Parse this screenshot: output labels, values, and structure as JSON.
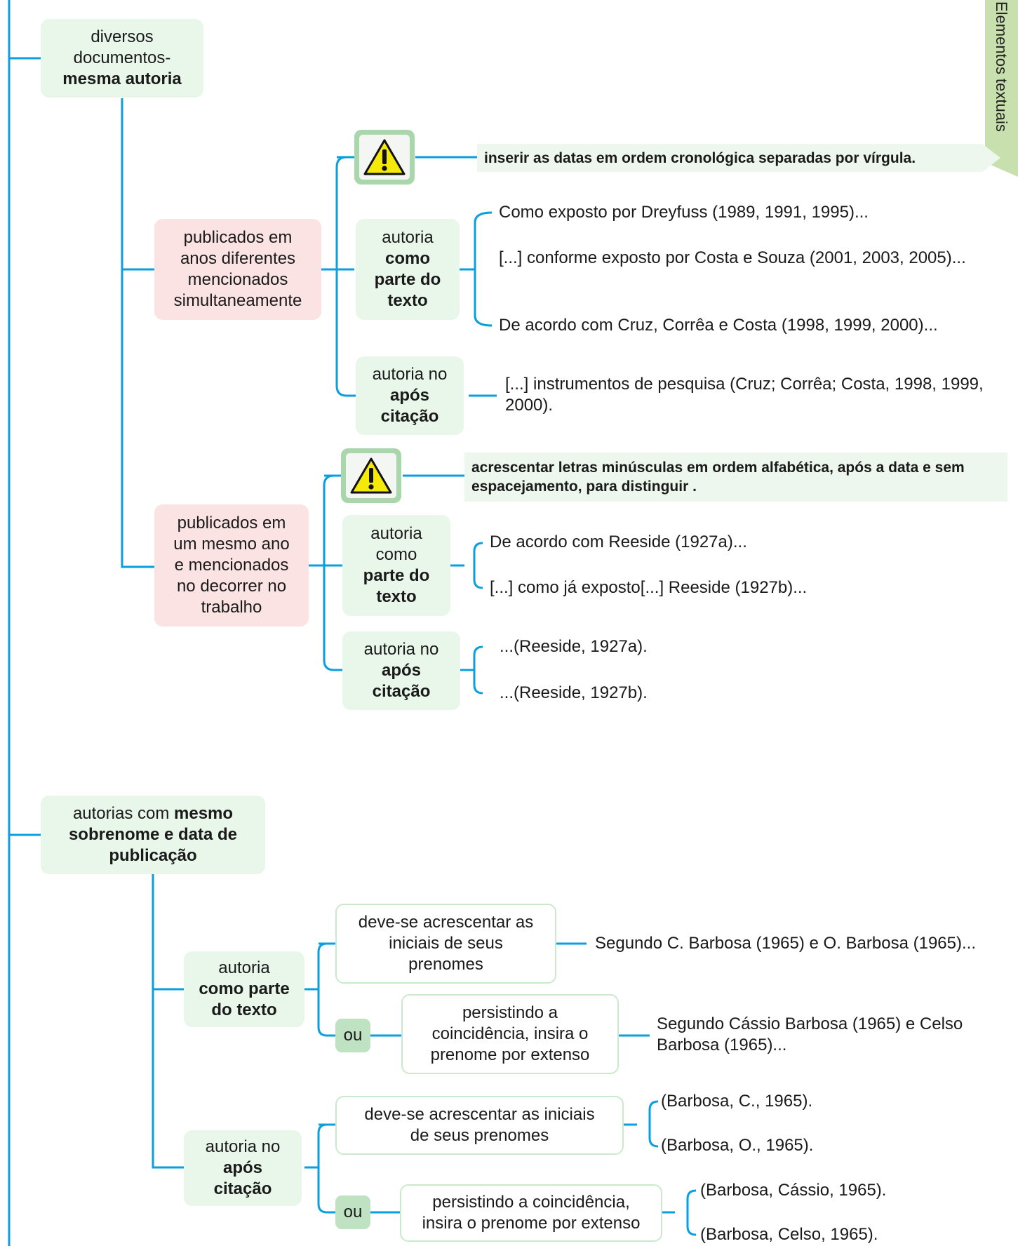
{
  "tab": {
    "label": "Elementos textuais"
  },
  "colors": {
    "connector": "#0a9fe0",
    "green_node": "#e9f6ea",
    "pink_node": "#fbe3e3",
    "warning_yellow": "#f5e90a",
    "tab_green": "#c8dfae"
  },
  "section1": {
    "title_l1": "diversos",
    "title_l2": "documentos-",
    "title_l3": "mesma autoria",
    "group_a": {
      "label_l1": "publicados em",
      "label_l2": "anos diferentes",
      "label_l3": "mencionados",
      "label_l4": "simultaneamente",
      "note": "inserir as datas em ordem cronológica separadas por vírgula.",
      "as_text": {
        "l1": "autoria",
        "l2": "como",
        "l3": "parte do",
        "l4": "texto",
        "ex1": "Como exposto por Dreyfuss  (1989, 1991, 1995)...",
        "ex2": "[...] conforme exposto por Costa e Souza (2001, 2003, 2005)...",
        "ex3": "De acordo com Cruz, Corrêa e Costa (1998, 1999, 2000)..."
      },
      "after": {
        "l1": "autoria no",
        "l2": "após",
        "l3": "citação",
        "ex1": "[...] instrumentos de pesquisa (Cruz; Corrêa; Costa, 1998, 1999, 2000)."
      }
    },
    "group_b": {
      "label_l1": "publicados em",
      "label_l2": "um mesmo ano",
      "label_l3": "e mencionados",
      "label_l4": "no decorrer no",
      "label_l5": "trabalho",
      "note": "acrescentar letras minúsculas  em ordem alfabética, após a data e sem espacejamento, para distinguir .",
      "as_text": {
        "l1": "autoria",
        "l2": "como",
        "l3": "parte do",
        "l4": "texto",
        "ex1": "De acordo com Reeside (1927a)...",
        "ex2": "[...] como já exposto[...] Reeside (1927b)..."
      },
      "after": {
        "l1": "autoria no",
        "l2": "após",
        "l3": "citação",
        "ex1": "...(Reeside, 1927a).",
        "ex2": "...(Reeside, 1927b)."
      }
    }
  },
  "section2": {
    "title_l1a": "autorias com ",
    "title_l1b": "mesmo",
    "title_l2": "sobrenome e data de",
    "title_l3": "publicação",
    "as_text": {
      "l1": "autoria",
      "l2": "como parte",
      "l3": "do texto",
      "rule1_l1": "deve-se acrescentar as",
      "rule1_l2": "iniciais de seus",
      "rule1_l3": "prenomes",
      "ex1": "Segundo C. Barbosa (1965) e O. Barbosa (1965)...",
      "ou": "ou",
      "rule2_l1": "persistindo a",
      "rule2_l2": "coincidência, insira o",
      "rule2_l3": "prenome por extenso",
      "ex2": "Segundo Cássio Barbosa (1965) e Celso Barbosa (1965)..."
    },
    "after": {
      "l1": "autoria no",
      "l2": "após",
      "l3": "citação",
      "rule1_l1": "deve-se acrescentar as iniciais",
      "rule1_l2": "de seus prenomes",
      "ex1": "(Barbosa, C., 1965).",
      "ex2": "(Barbosa, O., 1965).",
      "ou": "ou",
      "rule2_l1": "persistindo a coincidência,",
      "rule2_l2": "insira o prenome por extenso",
      "ex3": "(Barbosa, Cássio, 1965).",
      "ex4": "(Barbosa, Celso, 1965)."
    }
  }
}
